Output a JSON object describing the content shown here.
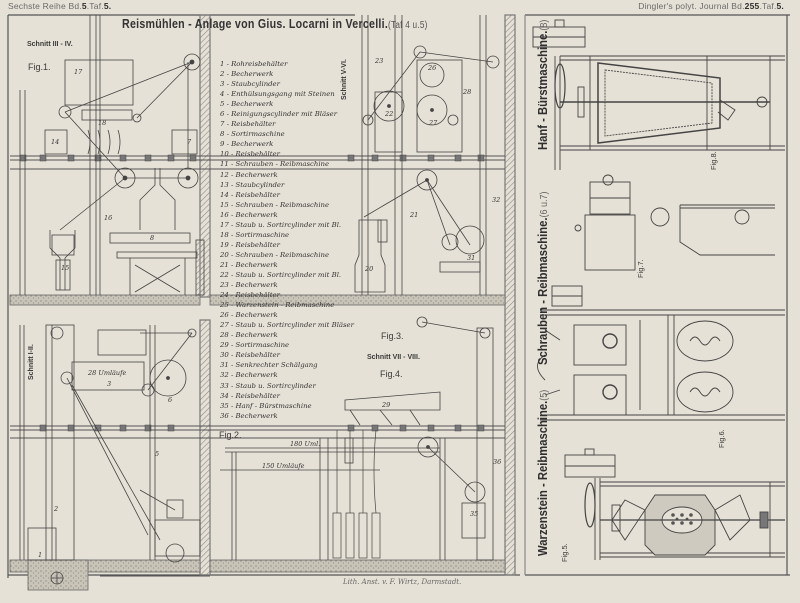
{
  "header": {
    "left_prefix": "Sechste Reihe Bd.",
    "left_volume": "5",
    "left_plate_prefix": ".Taf.",
    "left_plate": "5.",
    "right_prefix": "Dingler's polyt. Journal Bd.",
    "right_volume": "255",
    "right_plate_prefix": ".Taf.",
    "right_plate": "5."
  },
  "title": {
    "main": "Reismühlen - Anlage von Gius. Locarni in Vercelli.",
    "reference": "(Taf 4 u.5)"
  },
  "sections": {
    "schnitt_3_4": "Schnitt III - IV.",
    "fig1": "Fig.1.",
    "schnitt_5_6": "Schnitt V-VI.",
    "schnitt_1_2": "Schnitt I-II.",
    "fig2": "Fig.2.",
    "fig3": "Fig.3.",
    "schnitt_7_8": "Schnitt VII - VIII.",
    "fig4": "Fig.4."
  },
  "legend": [
    "1 - Rohreisbehälter",
    "2 - Becherwerk",
    "3 - Staubcylinder",
    "4 - Enthülsungsgang mit Steinen",
    "5 - Becherwerk",
    "6 - Reinigungscylinder mit Bläser",
    "7 - Reisbehälter",
    "8 - Sortirmaschine",
    "9 - Becherwerk",
    "10 - Reisbehälter",
    "11 - Schrauben - Reibmaschine",
    "12 - Becherwerk",
    "13 - Staubcylinder",
    "14 - Reisbehälter",
    "15 - Schrauben - Reibmaschine",
    "16 - Becherwerk",
    "17 - Staub u. Sortircylinder mit Bl.",
    "18 - Sortirmaschine",
    "19 - Reisbehälter",
    "20 - Schrauben - Reibmaschine",
    "21 - Becherwerk",
    "22 - Staub u. Sortircylinder mit Bl.",
    "23 - Becherwerk",
    "24 - Reisbehälter",
    "25 - Warzenstein - Reibmaschine",
    "26 - Becherwerk",
    "27 - Staub u. Sortircylinder mit Bläser",
    "28 - Becherwerk",
    "29 - Sortirmaschine",
    "30 - Reisbehälter",
    "31 - Senkrechter Schälgang",
    "32 - Becherwerk",
    "33 - Staub u. Sortircylinder",
    "34 - Reisbehälter",
    "35 - Hanf - Bürstmaschine",
    "36 - Becherwerk"
  ],
  "part_numbers": {
    "n1": "1",
    "n2": "2",
    "n3": "3",
    "n5": "5",
    "n6": "6",
    "n7": "7",
    "n8": "8",
    "n14": "14",
    "n15": "15",
    "n16": "16",
    "n17": "17",
    "n18": "18",
    "n20": "20",
    "n21": "21",
    "n22": "22",
    "n23": "23",
    "n26": "26",
    "n27": "27",
    "n28": "28",
    "n29": "29",
    "n31": "31",
    "n32": "32",
    "n35": "35",
    "n36": "36"
  },
  "speeds": {
    "umlaeufe_28": "28 Umläufe",
    "uml_180": "180 Uml.",
    "umlaeufe_150": "150 Umläufe"
  },
  "machines": {
    "hanf": {
      "name": "Hanf - Bürstmaschine.",
      "ref": "(8)",
      "fig": "Fig.8."
    },
    "schrauben": {
      "name": "Schrauben - Reibmaschine.",
      "ref": "(6 u.7)",
      "fig": "Fig.7.",
      "fig2": "Fig.6."
    },
    "warzen": {
      "name": "Warzenstein - Reibmaschine.",
      "ref": "(5)",
      "fig": "Fig.5."
    }
  },
  "imprint": "Lith. Anst. v. F. Wirtz, Darmstadt.",
  "colors": {
    "paper": "#e6e1d6",
    "ink": "#3a3a3a",
    "hatch": "#8d8a83"
  }
}
